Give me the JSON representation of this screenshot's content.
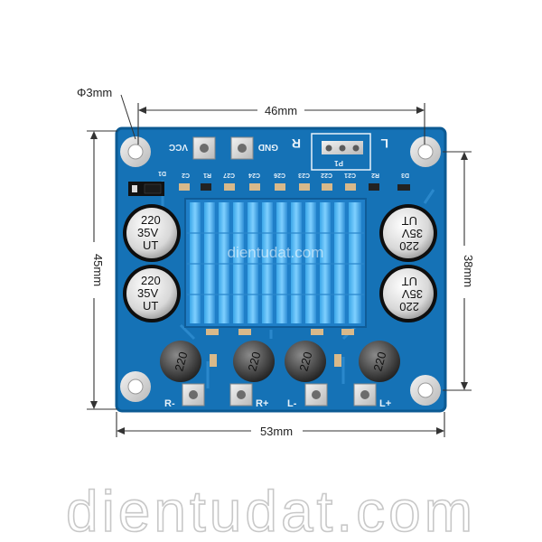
{
  "dimensions": {
    "hole": "Φ3mm",
    "top": "46mm",
    "left": "45mm",
    "right": "38mm",
    "bottom": "53mm"
  },
  "board": {
    "color": "#1572b6",
    "silk_color": "#e8f2fa",
    "labels": {
      "vcc": "VCC",
      "gnd": "GND",
      "r": "R",
      "l": "L",
      "d1": "D1",
      "d3": "D3",
      "c2": "C2",
      "r1": "R1",
      "c27": "C27",
      "c24": "C24",
      "c26": "C26",
      "c23": "C23",
      "c22": "C22",
      "c21": "C21",
      "r2": "R2",
      "p1": "P1",
      "out_rm": "R-",
      "out_rp": "R+",
      "out_lm": "L-",
      "out_lp": "L+"
    },
    "capacitors": [
      {
        "value": "220",
        "voltage": "35V",
        "brand": "UT"
      },
      {
        "value": "220",
        "voltage": "35V",
        "brand": "UT"
      },
      {
        "value": "220",
        "voltage": "35V",
        "brand": "UT"
      },
      {
        "value": "220",
        "voltage": "35V",
        "brand": "UT"
      }
    ],
    "inductors": [
      "220",
      "220",
      "220",
      "220"
    ]
  },
  "watermark": {
    "center": "dientudat.com",
    "bottom": "dientudat.com"
  }
}
